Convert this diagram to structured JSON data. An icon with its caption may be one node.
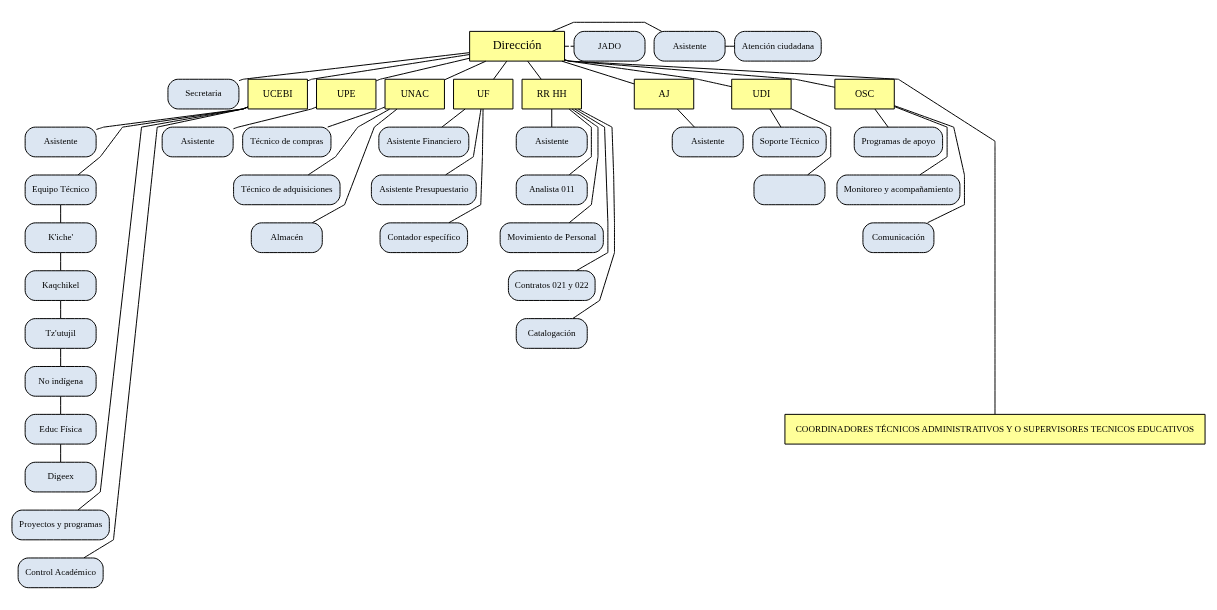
{
  "diagram": {
    "nodes": [
      {
        "text": [
          "Dirección"
        ]
      },
      {
        "text": [
          "Atención ciudadana"
        ]
      },
      {
        "text": [
          "Asistente"
        ]
      },
      {
        "text": [
          "Secretaria"
        ]
      },
      {
        "text": [
          "JADO"
        ]
      },
      {
        "text": [
          "UCEBI"
        ]
      },
      {
        "text": [
          "Asistente"
        ]
      },
      {
        "text": [
          "Equipo Técnico"
        ]
      },
      {
        "text": [
          "K'iche'"
        ]
      },
      {
        "text": [
          "Kaqchikel"
        ]
      },
      {
        "text": [
          "Tz'utujil"
        ]
      },
      {
        "text": [
          "No indígena"
        ]
      },
      {
        "text": [
          "Educ Física"
        ]
      },
      {
        "text": [
          "Digeex"
        ]
      },
      {
        "text": [
          "Proyectos y programas"
        ]
      },
      {
        "text": [
          "Control Académico"
        ]
      },
      {
        "text": [
          "UPE"
        ]
      },
      {
        "text": [
          "Asistente"
        ]
      },
      {
        "text": [
          "UNAC"
        ]
      },
      {
        "text": [
          "Técnico de compras"
        ]
      },
      {
        "text": [
          "Técnico de adquisiciones"
        ]
      },
      {
        "text": [
          "Almacén"
        ]
      },
      {
        "text": [
          "UF"
        ]
      },
      {
        "text": [
          "Asistente Financiero"
        ]
      },
      {
        "text": [
          "Asistente Presupuestario"
        ]
      },
      {
        "text": [
          "Contador específico"
        ]
      },
      {
        "text": [
          "RR HH"
        ]
      },
      {
        "text": [
          "Asistente"
        ]
      },
      {
        "text": [
          "Analista 011"
        ]
      },
      {
        "text": [
          "Movimiento de Personal"
        ]
      },
      {
        "text": [
          "Contratos 021 y 022"
        ]
      },
      {
        "text": [
          "Catalogación"
        ]
      },
      {
        "text": [
          "AJ"
        ]
      },
      {
        "text": [
          "Asistente"
        ]
      },
      {
        "text": [
          "UDI"
        ]
      },
      {
        "text": [
          "Soporte Técnico"
        ]
      },
      {
        "text": [],
        "shape": "box"
      },
      {
        "text": [
          "OSC"
        ]
      },
      {
        "text": [
          "Programas de apoyo"
        ]
      },
      {
        "text": [
          "Monitoreo y acompañamiento"
        ]
      },
      {
        "text": [
          "Comunicación"
        ]
      },
      {
        "text": [
          "COORDINADORES TÉCNICOS ADMINISTRATIVOS Y O SUPERVISORES TECNICOS EDUCATIVOS"
        ]
      }
    ],
    "edges": [
      {
        "from": 0,
        "to": 2,
        "arrow": "none"
      },
      {
        "from": 2,
        "to": 1,
        "arrow": "none"
      },
      {
        "from": 0,
        "to": 3,
        "arrow": "none"
      },
      {
        "from": 0,
        "to": 4,
        "arrow": "none",
        "style": "dashed"
      },
      {
        "from": 0,
        "to": 5,
        "arrow": "none"
      },
      {
        "from": 0,
        "to": 16,
        "arrow": "none"
      },
      {
        "from": 0,
        "to": 18,
        "arrow": "none"
      },
      {
        "from": 0,
        "to": 22,
        "arrow": "none"
      },
      {
        "from": 0,
        "to": 26,
        "arrow": "none"
      },
      {
        "from": 0,
        "to": 32,
        "arrow": "none"
      },
      {
        "from": 0,
        "to": 34,
        "arrow": "none"
      },
      {
        "from": 0,
        "to": 37,
        "arrow": "none"
      },
      {
        "from": 0,
        "to": 41,
        "arrow": "none"
      },
      {
        "from": 5,
        "to": 6,
        "arrow": "none"
      },
      {
        "from": 5,
        "to": 7,
        "arrow": "none"
      },
      {
        "from": 7,
        "to": 8,
        "arrow": "none"
      },
      {
        "from": 8,
        "to": 9,
        "arrow": "none"
      },
      {
        "from": 9,
        "to": 10,
        "arrow": "none"
      },
      {
        "from": 10,
        "to": 11,
        "arrow": "none"
      },
      {
        "from": 11,
        "to": 12,
        "arrow": "none"
      },
      {
        "from": 12,
        "to": 13,
        "arrow": "none"
      },
      {
        "from": 5,
        "to": 14,
        "arrow": "none"
      },
      {
        "from": 5,
        "to": 15,
        "arrow": "none"
      },
      {
        "from": 16,
        "to": 17,
        "arrow": "none"
      },
      {
        "from": 18,
        "to": 19,
        "arrow": "none"
      },
      {
        "from": 18,
        "to": 20,
        "arrow": "none"
      },
      {
        "from": 18,
        "to": 21,
        "arrow": "none"
      },
      {
        "from": 22,
        "to": 23,
        "arrow": "none"
      },
      {
        "from": 22,
        "to": 24,
        "arrow": "none"
      },
      {
        "from": 22,
        "to": 25,
        "arrow": "none"
      },
      {
        "from": 26,
        "to": 27,
        "arrow": "none"
      },
      {
        "from": 26,
        "to": 28,
        "arrow": "none"
      },
      {
        "from": 26,
        "to": 29,
        "arrow": "none"
      },
      {
        "from": 26,
        "to": 30,
        "arrow": "none"
      },
      {
        "from": 26,
        "to": 31,
        "arrow": "none"
      },
      {
        "from": 32,
        "to": 33,
        "arrow": "none"
      },
      {
        "from": 34,
        "to": 35,
        "arrow": "none"
      },
      {
        "from": 34,
        "to": 36,
        "arrow": "none"
      },
      {
        "from": 37,
        "to": 38,
        "arrow": "none"
      },
      {
        "from": 37,
        "to": 39,
        "arrow": "none"
      },
      {
        "from": 37,
        "to": 40,
        "arrow": "none"
      }
    ]
  }
}
